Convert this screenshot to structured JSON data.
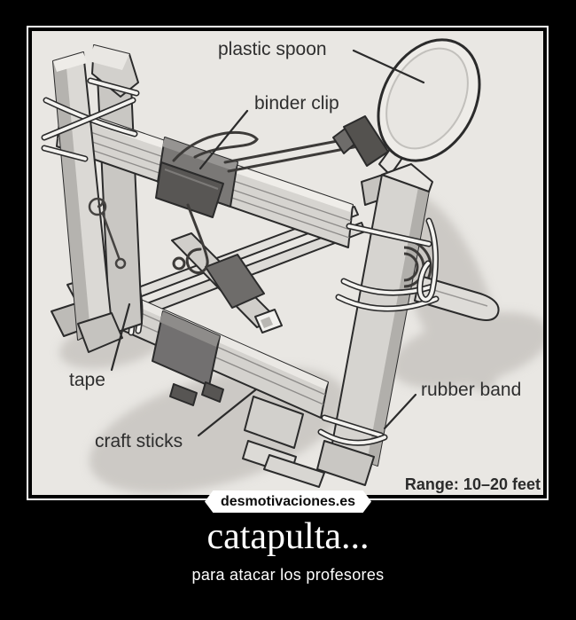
{
  "page": {
    "background": "#000000"
  },
  "frame": {
    "border_color": "#ffffff",
    "paper_color": "#e9e7e3"
  },
  "diagram": {
    "labels": {
      "plastic_spoon": "plastic spoon",
      "binder_clip": "binder clip",
      "tape": "tape",
      "craft_sticks": "craft sticks",
      "rubber_band": "rubber band"
    },
    "range_note": "Range: 10–20 feet",
    "ink_color": "#2e2e2e"
  },
  "caption": {
    "watermark": "desmotivaciones.es",
    "title": "catapulta...",
    "subtitle": "para atacar los profesores"
  }
}
